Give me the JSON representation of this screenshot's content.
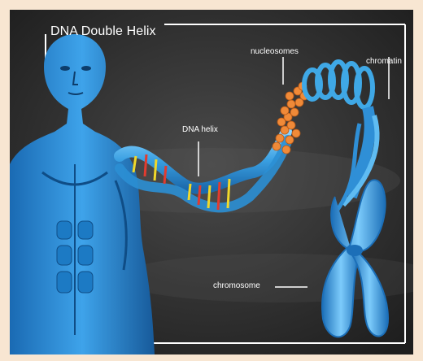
{
  "diagram": {
    "title": "DNA Double Helix",
    "labels": {
      "nucleosomes": "nucleosomes",
      "chromatin": "chromatin",
      "dna_helix": "DNA helix",
      "chromosome": "chromosome"
    }
  },
  "colors": {
    "background": "#2a2a2a",
    "page_border": "#f8e6d2",
    "body_blue": "#2f8fd6",
    "helix_blue": "#3fa8e6",
    "nucleosome_orange": "#f08a38",
    "base_red": "#e23b2f",
    "base_yellow": "#f0d82a",
    "line_white": "#ffffff"
  }
}
